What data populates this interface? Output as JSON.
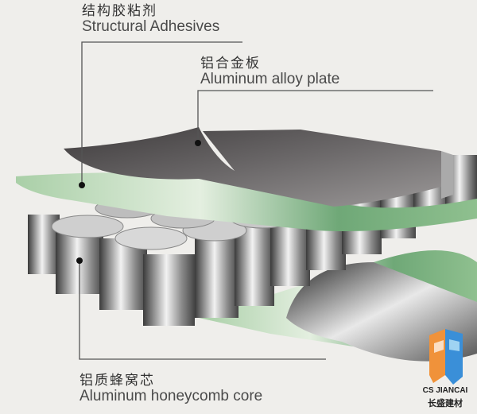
{
  "labels": {
    "adhesive": {
      "zh": "结构胶粘剂",
      "en": "Structural Adhesives"
    },
    "plate": {
      "zh": "铝合金板",
      "en": "Aluminum alloy plate"
    },
    "core": {
      "zh": "铝质蜂窝芯",
      "en": "Aluminum honeycomb core"
    }
  },
  "logo": {
    "name": "CS JIANCAI",
    "zh": "长盛建材",
    "colors": {
      "orange": "#f0923a",
      "blue": "#3a8fd8",
      "light_blue": "#9fd3f2"
    }
  },
  "colors": {
    "background": "#efeeeb",
    "plate": "#5f5c5c",
    "adhesive": "#7fb486",
    "core": "#a8a8a8",
    "leader": "#555555"
  }
}
